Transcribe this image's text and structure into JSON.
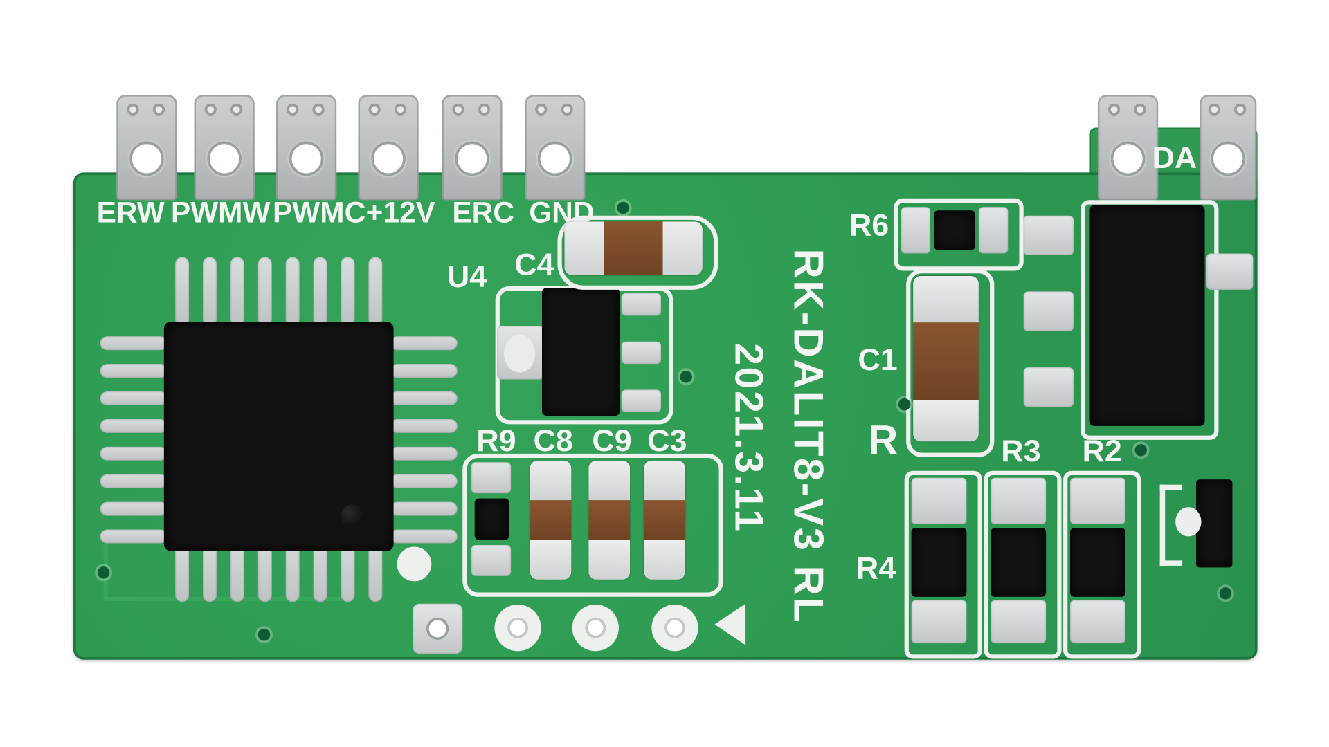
{
  "pcb": {
    "board_name_vertical": "RK-DALIT8-V3 RL",
    "date_vertical": "2021.3.11",
    "colors": {
      "solder_mask": "#2e9a52",
      "silkscreen": "#f3f6f2",
      "pad_metal": "#c9cccd",
      "component_body": "#141414",
      "capacitor_brown": "#80502e"
    },
    "left_terminals": {
      "labels": [
        "ERW",
        "PWMW",
        "PWMC",
        "+12V",
        "ERC",
        "GND"
      ]
    },
    "right_terminals": {
      "label": "DA"
    },
    "designators": {
      "u4": "U4",
      "c4": "C4",
      "r9": "R9",
      "c8": "C8",
      "c9": "C9",
      "c3": "C3",
      "r6": "R6",
      "c1": "C1",
      "r": "R",
      "r3": "R3",
      "r2": "R2",
      "r4": "R4"
    }
  }
}
